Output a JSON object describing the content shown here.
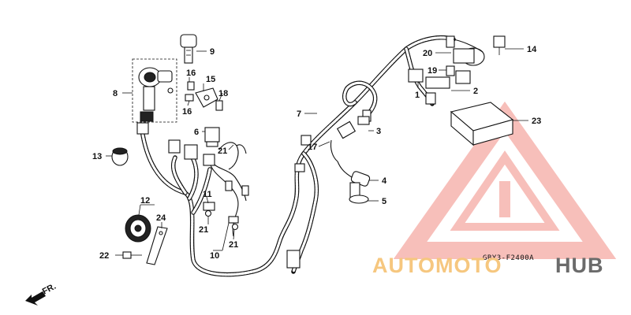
{
  "diagram": {
    "drawing_code": "GBY3-F2400A",
    "front_marker": "FR.",
    "callouts": {
      "c1": "1",
      "c2": "2",
      "c3": "3",
      "c4": "4",
      "c5": "5",
      "c6": "6",
      "c7": "7",
      "c8": "8",
      "c9": "9",
      "c10": "10",
      "c11": "11",
      "c12": "12",
      "c13": "13",
      "c14": "14",
      "c15": "15",
      "c16a": "16",
      "c16b": "16",
      "c17": "17",
      "c18": "18",
      "c19": "19",
      "c20": "20",
      "c21a": "21",
      "c21b": "21",
      "c21c": "21",
      "c22": "22",
      "c23": "23",
      "c24": "24"
    }
  },
  "watermark": {
    "brand_part1": "AUTOMOTO",
    "brand_part2": "HUB",
    "colors": {
      "triangle": "#f28b82",
      "part1": "#f6c77f",
      "part2": "#6b6b6b"
    }
  }
}
